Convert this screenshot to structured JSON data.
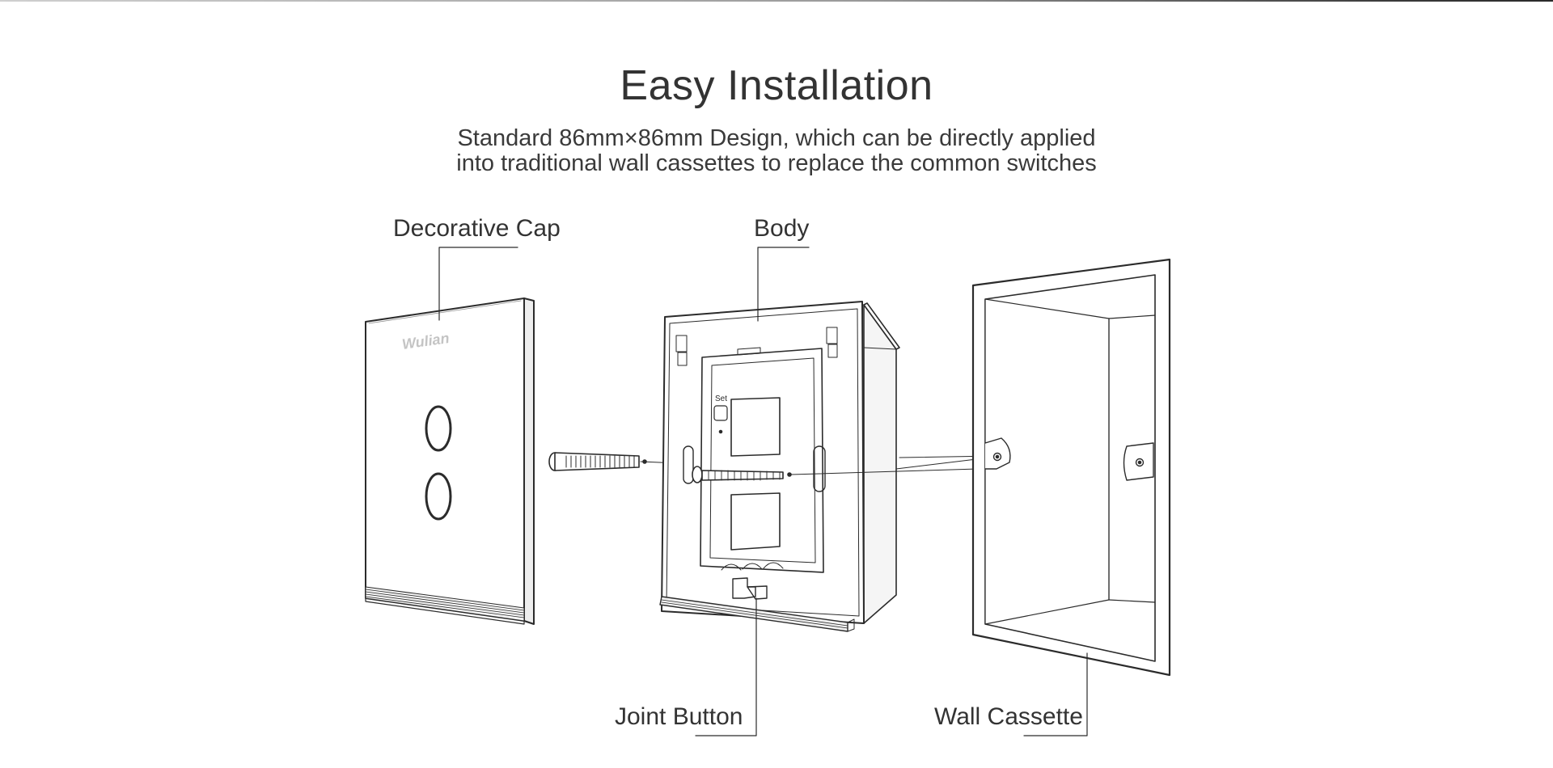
{
  "header": {
    "title": "Easy Installation",
    "subtitle_line1": "Standard 86mm×86mm Design, which can be directly applied",
    "subtitle_line2": "into traditional wall cassettes to replace the common switches"
  },
  "callouts": {
    "decorative_cap": "Decorative Cap",
    "body": "Body",
    "joint_button": "Joint Button",
    "wall_cassette": "Wall Cassette"
  },
  "device": {
    "brand_logo": "Wulian",
    "set_label": "Set"
  },
  "colors": {
    "line": "#2b2b2b",
    "text": "#333333",
    "logo": "#c4c4c4"
  }
}
